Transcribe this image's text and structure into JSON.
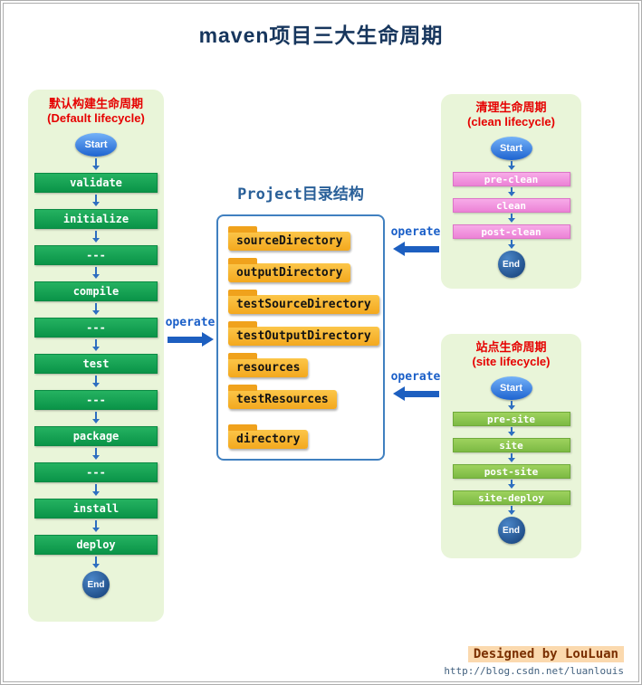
{
  "title": "maven项目三大生命周期",
  "panels": {
    "default": {
      "title_cn": "默认构建生命周期",
      "title_en": "(Default lifecycle)",
      "start_label": "Start",
      "end_label": "End",
      "steps": [
        "validate",
        "initialize",
        "---",
        "compile",
        "---",
        "test",
        "---",
        "package",
        "---",
        "install",
        "deploy"
      ]
    },
    "clean": {
      "title_cn": "清理生命周期",
      "title_en": "(clean lifecycle)",
      "start_label": "Start",
      "end_label": "End",
      "steps": [
        "pre-clean",
        "clean",
        "post-clean"
      ]
    },
    "site": {
      "title_cn": "站点生命周期",
      "title_en": "(site lifecycle)",
      "start_label": "Start",
      "end_label": "End",
      "steps": [
        "pre-site",
        "site",
        "post-site",
        "site-deploy"
      ]
    }
  },
  "project": {
    "title": "Project目录结构",
    "items": [
      "sourceDirectory",
      "outputDirectory",
      "testSourceDirectory",
      "testOutputDirectory",
      "resources",
      "testResources",
      "directory"
    ]
  },
  "arrows": {
    "default_operate": "operate",
    "clean_operate": "operate",
    "site_operate": "operate"
  },
  "footer": {
    "designed_by": "Designed by LouLuan",
    "url": "http://blog.csdn.net/luanlouis"
  },
  "colors": {
    "title_navy": "#17365d",
    "panel_bg": "#e9f5d9",
    "red_title": "#e60000",
    "default_step_green": "#0a9448",
    "clean_step_pink": "#ec82d6",
    "site_step_green": "#7cba43",
    "accent_blue": "#1d5fc0",
    "folder_orange": "#f3a81e",
    "footer_bg": "#fbd9ae"
  }
}
